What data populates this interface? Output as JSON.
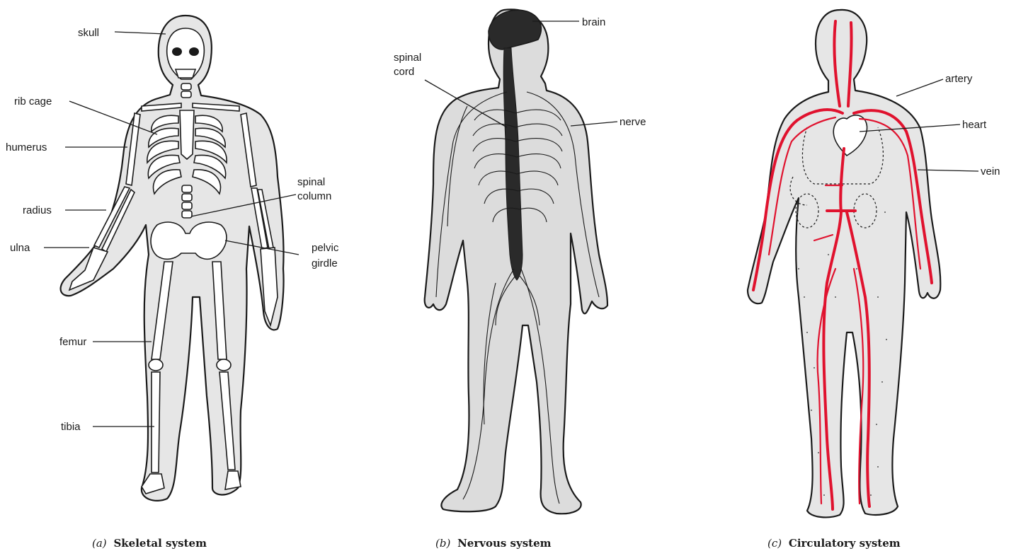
{
  "panels": [
    {
      "letter": "(a)",
      "title": "Skeletal system",
      "labels": {
        "skull": "skull",
        "rib_cage": "rib cage",
        "humerus": "humerus",
        "radius": "radius",
        "ulna": "ulna",
        "spinal_column_1": "spinal",
        "spinal_column_2": "column",
        "pelvic_girdle_1": "pelvic",
        "pelvic_girdle_2": "girdle",
        "femur": "femur",
        "tibia": "tibia"
      }
    },
    {
      "letter": "(b)",
      "title": "Nervous system",
      "labels": {
        "brain": "brain",
        "spinal_cord_1": "spinal",
        "spinal_cord_2": "cord",
        "nerve": "nerve"
      }
    },
    {
      "letter": "(c)",
      "title": "Circulatory system",
      "labels": {
        "artery": "artery",
        "heart": "heart",
        "vein": "vein"
      }
    }
  ],
  "colors": {
    "vessel": "#e0122e",
    "body_fill": "#dcdcdc",
    "outline": "#1a1a1a"
  }
}
